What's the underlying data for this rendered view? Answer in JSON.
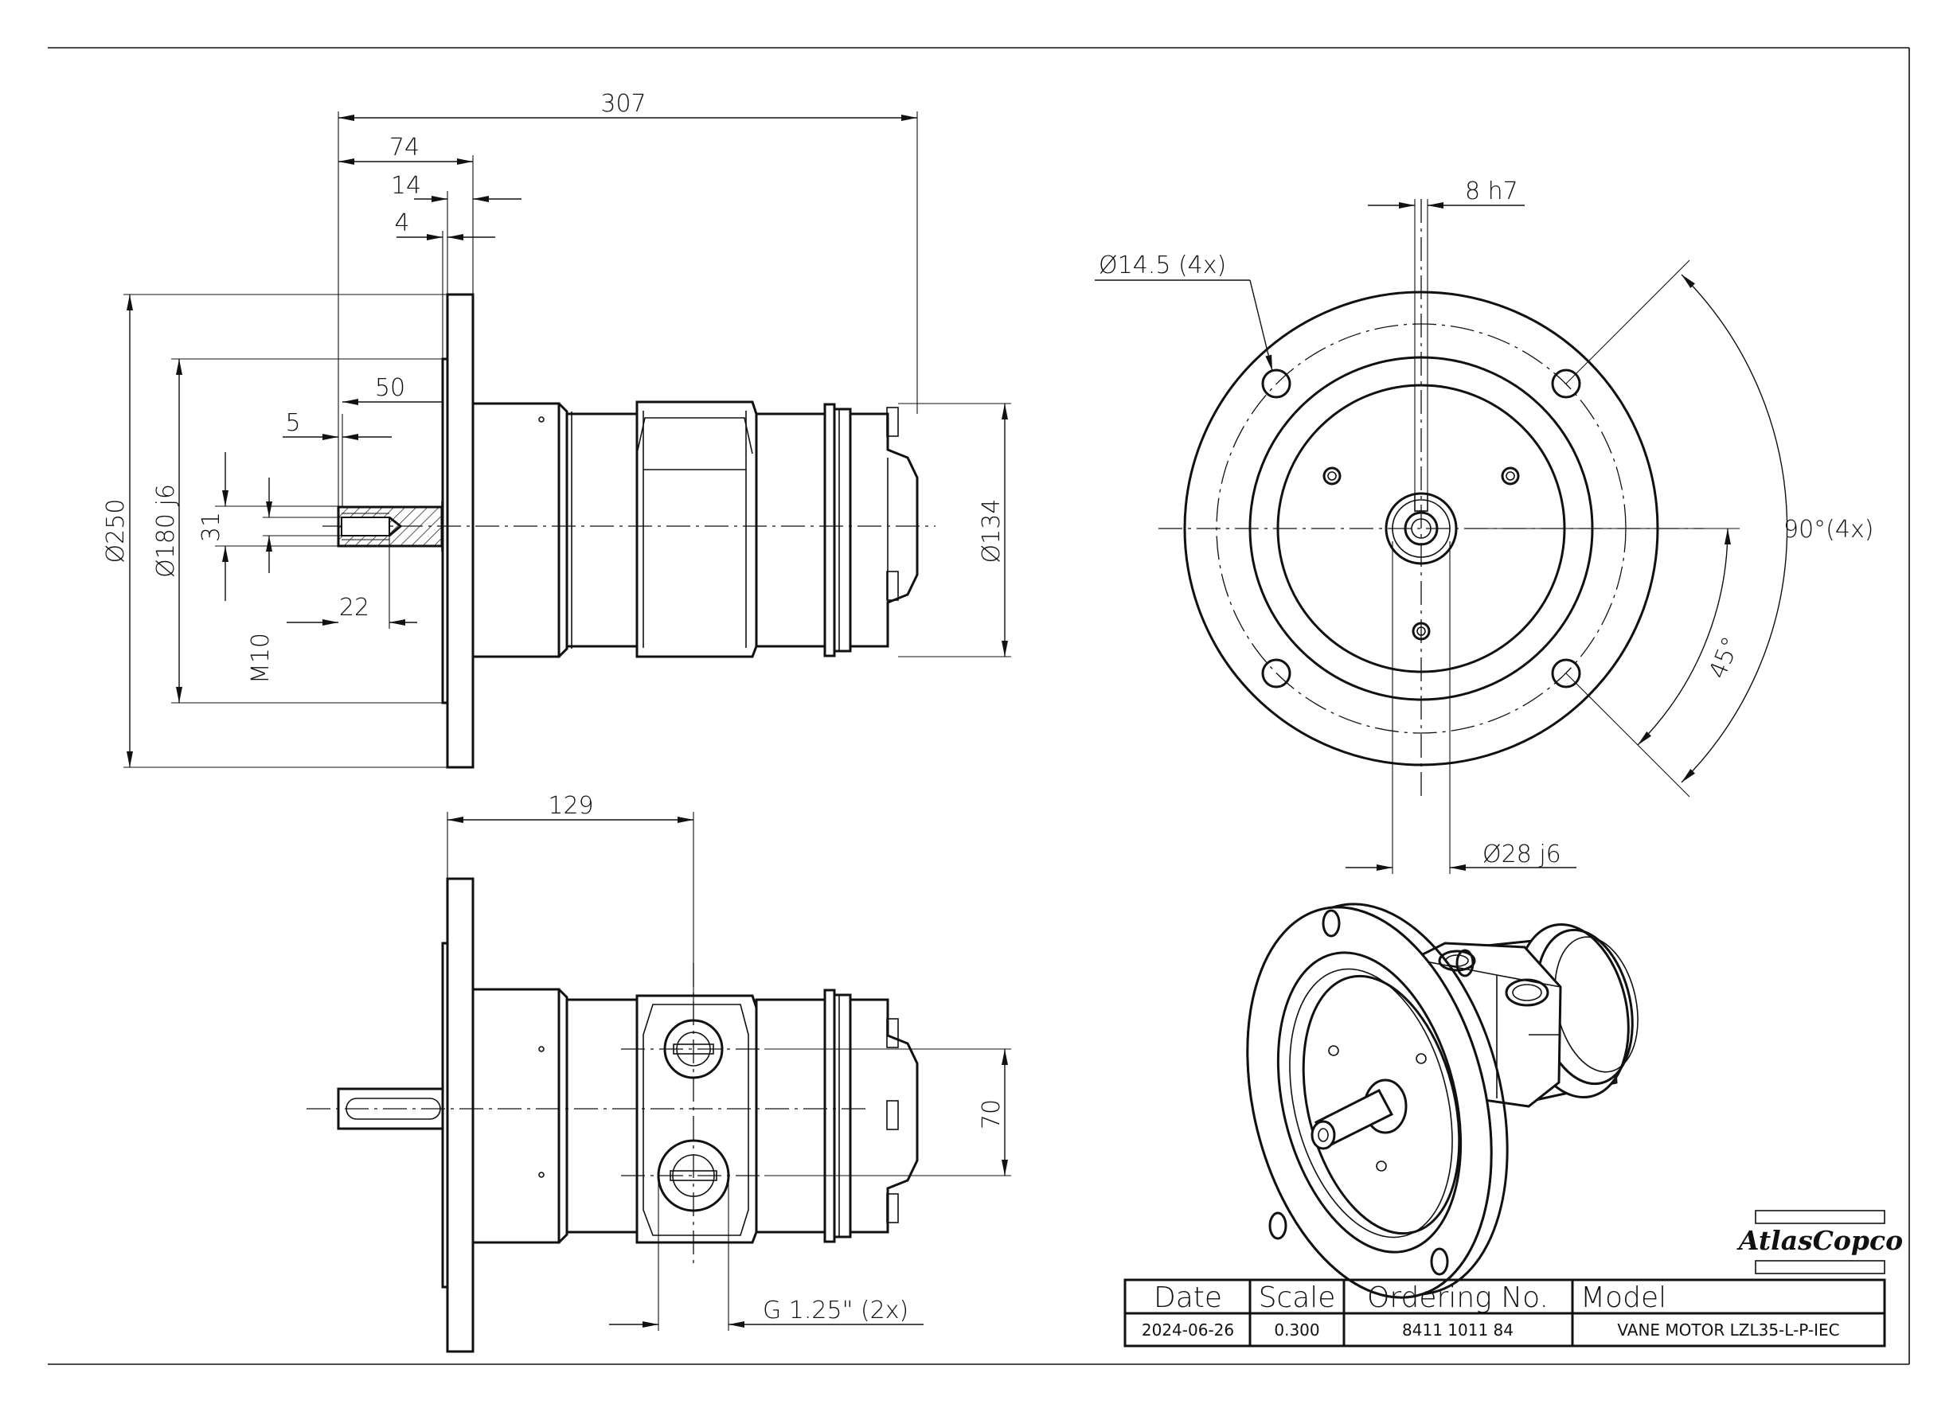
{
  "side_view": {
    "dim_overall_length": "307",
    "dim_74": "74",
    "dim_14": "14",
    "dim_4": "4",
    "dim_50": "50",
    "dim_5": "5",
    "dim_31": "31",
    "dim_22": "22",
    "dim_thread": "M10",
    "dim_flange_dia": "Ø250",
    "dim_spigot_dia": "Ø180 j6",
    "dim_body_dia": "Ø134"
  },
  "front_view": {
    "dim_key_width": "8 h7",
    "dim_hole_dia": "Ø14.5 (4x)",
    "dim_angle_90": "90°(4x)",
    "dim_angle_45": "45°",
    "dim_shaft_dia": "Ø28 j6"
  },
  "bottom_view": {
    "dim_129": "129",
    "dim_70": "70",
    "dim_port": "G 1.25\" (2x)"
  },
  "title_block": {
    "logo": "AtlasCopco",
    "headers": {
      "date": "Date",
      "scale": "Scale",
      "ordering": "Ordering No.",
      "model": "Model"
    },
    "values": {
      "date": "2024-06-26",
      "scale": "0.300",
      "ordering": "8411 1011 84",
      "model": "VANE MOTOR LZL35-L-P-IEC"
    }
  }
}
